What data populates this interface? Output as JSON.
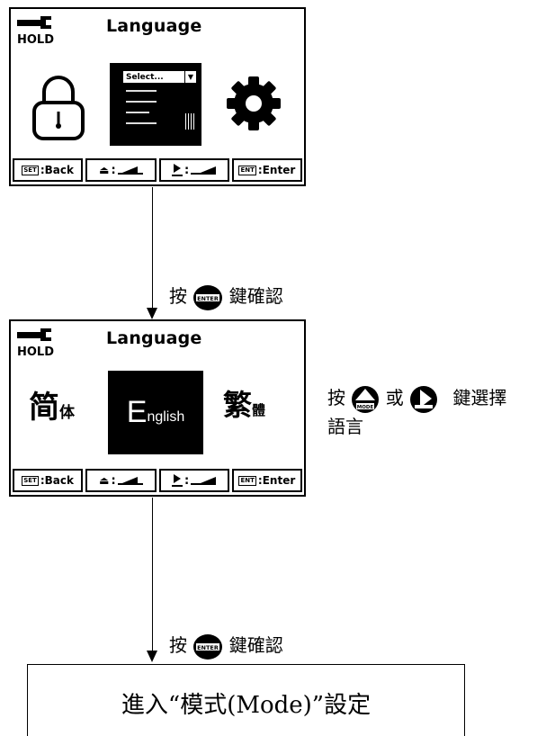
{
  "screen1": {
    "title": "Language",
    "hold_label": "HOLD",
    "dropdown": {
      "selected": "Select..."
    },
    "softkeys": [
      {
        "key": "SET",
        "sep": ":",
        "action": "Back"
      },
      {
        "key": "up",
        "sep": ":"
      },
      {
        "key": "right",
        "sep": ":"
      },
      {
        "key": "ENT",
        "sep": ":",
        "action": "Enter"
      }
    ]
  },
  "step1": {
    "prefix": "按",
    "icon_text": "ENTER",
    "suffix": "鍵確認"
  },
  "screen2": {
    "title": "Language",
    "hold_label": "HOLD",
    "options": {
      "left_main": "简",
      "left_small": "体",
      "center_first": "E",
      "center_rest": "nglish",
      "right_main": "繁",
      "right_small": "體"
    },
    "softkeys": [
      {
        "key": "SET",
        "sep": ":",
        "action": "Back"
      },
      {
        "key": "up",
        "sep": ":"
      },
      {
        "key": "right",
        "sep": ":"
      },
      {
        "key": "ENT",
        "sep": ":",
        "action": "Enter"
      }
    ]
  },
  "step2": {
    "prefix": "按",
    "mode_text": "MODE",
    "or": "或",
    "suffix": "鍵選擇",
    "line2": "語言"
  },
  "step3": {
    "prefix": "按",
    "icon_text": "ENTER",
    "suffix": "鍵確認"
  },
  "final": {
    "text": "進入“模式(Mode)”設定"
  },
  "icons": {
    "hold": "wrench-hold-icon",
    "lock": "padlock-icon",
    "settings": "gear-icon",
    "enter": "enter-key-icon",
    "mode": "mode-up-key-icon",
    "right": "right-key-icon"
  }
}
